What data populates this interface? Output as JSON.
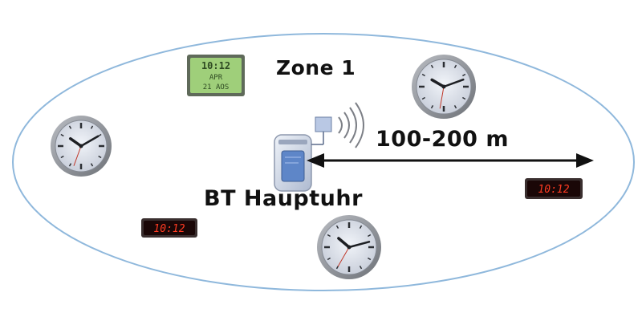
{
  "zone_label": "Zone 1",
  "distance_label": "100-200 m",
  "master_clock_label": "BT Hauptuhr",
  "digital_clock_display": "10:12",
  "lcd_display": {
    "line1": "10:12",
    "line2": "APR",
    "line3": "21 AOS"
  },
  "colors": {
    "zone_outline": "#8fb8dc",
    "led_text": "#ff3b22",
    "led_background": "#1a0707",
    "lcd_background": "#9fcf7a",
    "lcd_text": "#2e4a22",
    "clock_bezel": "#9a9da3",
    "clock_face": "#dfe5ee",
    "arrow": "#111111",
    "master_body": "#c9d4e6",
    "master_screen": "#5e86c8"
  },
  "icons": {
    "analog_clock": "analog-wall-clock-icon",
    "digital_clock": "led-digital-clock-icon",
    "lcd_clock": "lcd-date-clock-icon",
    "master_clock": "master-clock-device-icon",
    "antenna": "radio-antenna-icon",
    "signal": "radio-waves-icon",
    "arrow": "double-headed-arrow-icon"
  }
}
